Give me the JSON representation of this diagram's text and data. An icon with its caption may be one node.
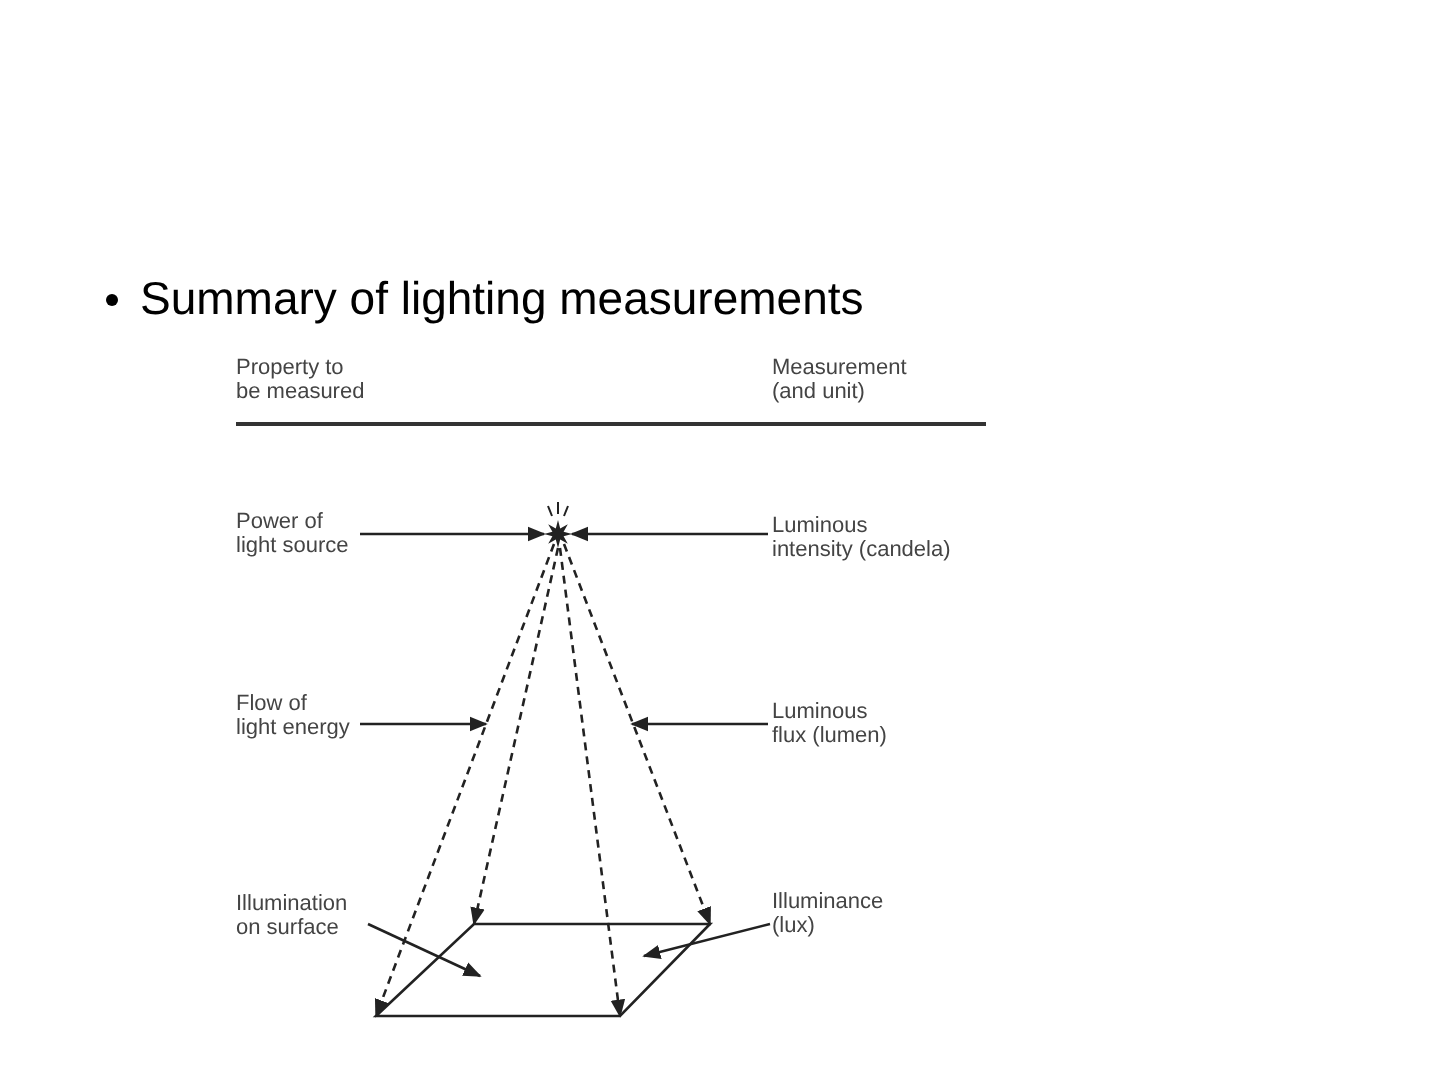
{
  "diagram": {
    "title": "Summary of lighting measurements",
    "nodes": [
      {
        "text": [
          "Power of light source"
        ]
      },
      {
        "text": [
          "Luminous intensity (candela)"
        ]
      },
      {
        "text": [],
        "shape": "star"
      },
      {
        "text": [
          "Flow of light energy"
        ]
      },
      {
        "text": [
          "Luminous flux (lumen)"
        ]
      },
      {
        "text": [
          "Illumination on surface"
        ]
      },
      {
        "text": [
          "Illuminance (lux)"
        ]
      },
      {
        "text": [],
        "shape": "parallelogram"
      }
    ],
    "edges": [
      {
        "from": 0,
        "to": 2,
        "arrow": "to"
      },
      {
        "from": 1,
        "to": 2,
        "arrow": "to"
      },
      {
        "from": 3,
        "to": null,
        "arrow": "to"
      },
      {
        "from": 4,
        "to": null,
        "arrow": "to"
      },
      {
        "from": 5,
        "to": 7,
        "arrow": "to"
      },
      {
        "from": 6,
        "to": 7,
        "arrow": "to"
      },
      {
        "from": 2,
        "to": 7,
        "arrow": "to",
        "style": "dashed"
      },
      {
        "from": 2,
        "to": 7,
        "arrow": "to",
        "style": "dashed"
      },
      {
        "from": 2,
        "to": 7,
        "arrow": "to",
        "style": "dashed"
      },
      {
        "from": 2,
        "to": 7,
        "arrow": "to",
        "style": "dashed"
      }
    ],
    "labels": [
      "Property to be measured",
      "Measurement (and unit)"
    ]
  }
}
